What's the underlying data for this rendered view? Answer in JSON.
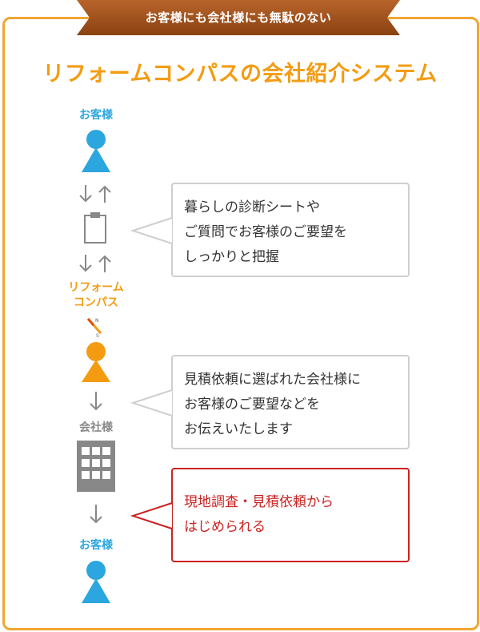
{
  "ribbon": {
    "text": "お客様にも会社様にも無駄のない"
  },
  "title": "リフォームコンパスの会社紹介システム",
  "flow": {
    "customer_top": "お客様",
    "compass_line1": "リフォーム",
    "compass_line2": "コンパス",
    "company": "会社様",
    "customer_bottom": "お客様"
  },
  "bubbles": [
    {
      "lines": [
        "暮らしの診断シートや",
        "ご質問でお客様のご要望を",
        "しっかりと把握"
      ]
    },
    {
      "lines": [
        "見積依頼に選ばれた会社様に",
        "お客様のご要望などを",
        "お伝えいたします"
      ]
    },
    {
      "lines": [
        "現地調査・見積依頼から",
        "はじめられる"
      ]
    }
  ],
  "colors": {
    "frame": "#f2a533",
    "ribbon": "#a0521b",
    "title": "#f39c12",
    "customer": "#2ba6de",
    "compass": "#f39c12",
    "company": "#888888",
    "highlight": "#cc2222"
  }
}
